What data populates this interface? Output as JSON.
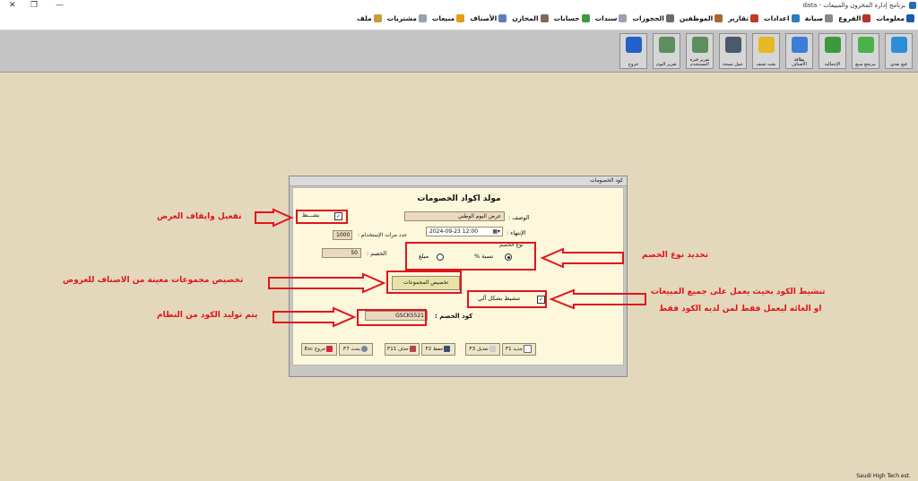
{
  "window": {
    "title": "برنامج إدارة المخزون والمبيعات - data",
    "controls": {
      "close": "✕",
      "restore": "❐",
      "minimize": "—"
    }
  },
  "menu": [
    {
      "label": "ملف",
      "icon": "file-icon",
      "color": "#c89b3c"
    },
    {
      "label": "مشتريات",
      "icon": "purchases-icon",
      "color": "#9aa2ad"
    },
    {
      "label": "مبيعات",
      "icon": "sales-icon",
      "color": "#e89a1c"
    },
    {
      "label": "الأصناف",
      "icon": "items-icon",
      "color": "#5b7fbf"
    },
    {
      "label": "المخازن",
      "icon": "warehouse-icon",
      "color": "#7e6a5c"
    },
    {
      "label": "حسابات",
      "icon": "accounts-icon",
      "color": "#3f9b3f"
    },
    {
      "label": "سندات",
      "icon": "vouchers-icon",
      "color": "#9aa2ad"
    },
    {
      "label": "الحجوزات",
      "icon": "bookings-icon",
      "color": "#6b6b6b"
    },
    {
      "label": "الموظفين",
      "icon": "employees-icon",
      "color": "#a56b2b"
    },
    {
      "label": "تقارير",
      "icon": "reports-icon",
      "color": "#c0392b"
    },
    {
      "label": "اعدادات",
      "icon": "settings-icon",
      "color": "#2b7bbf"
    },
    {
      "label": "صيانة",
      "icon": "maintenance-icon",
      "color": "#888888"
    },
    {
      "label": "الفروع",
      "icon": "branches-icon",
      "color": "#b5332b"
    },
    {
      "label": "معلومات",
      "icon": "info-icon",
      "color": "#1e5bb0"
    }
  ],
  "toolbar": [
    {
      "label": "فيع نقدي",
      "icon": "cash-sale-icon",
      "color": "#2a8fd6"
    },
    {
      "label": "مرتجع مبيع",
      "icon": "sales-return-icon",
      "color": "#49b249"
    },
    {
      "label": "الإجمالية",
      "icon": "totals-icon",
      "color": "#3c9a3c"
    },
    {
      "label": "بطاقة الأصناف",
      "icon": "items-card-icon",
      "color": "#3b7dd8"
    },
    {
      "label": "بحث صنف",
      "icon": "item-search-icon",
      "color": "#e8b824"
    },
    {
      "label": "عمل نسخة",
      "icon": "backup-icon",
      "color": "#4a5a6a"
    },
    {
      "label": "تقرير فترة المستخدم",
      "icon": "user-period-report-icon",
      "color": "#5e8d5e"
    },
    {
      "label": "تقرير اليوم",
      "icon": "daily-report-icon",
      "color": "#5e8d5e"
    },
    {
      "label": "خروج",
      "icon": "exit-lock-icon",
      "color": "#2360c8"
    }
  ],
  "dialog": {
    "window_title": "كود الخصومات",
    "heading": "مولد اكواد الخصومات",
    "active_label": "نشـــط",
    "description_label": "الوصف :",
    "description_value": "عرض اليوم الوطني",
    "end_label": "الإنتهاء :",
    "end_value": "2024-09-23 12:00",
    "usage_label": "عدد مرات الإستخدام :",
    "usage_value": "1000",
    "discount_type_label": "نوع الخصم",
    "percent_label": "نسبة %",
    "amount_label": "مبلغ",
    "discount_label": "الخصم :",
    "discount_value": "50",
    "groups_button": "تخصيص المجموعات",
    "auto_activate_label": "تنشيط بشكل آلي",
    "code_label": "كود الخصم :",
    "code_value": "GSCK5521",
    "buttons": {
      "new": "جديد F1",
      "edit": "تعديل F3",
      "save": "حفظ F2",
      "delete": "حذف F11",
      "search": "بحث F7",
      "exit": "خروج Esc"
    }
  },
  "annotations": {
    "activate_offer": "تفعيل وايقاف العرض",
    "discount_type": "تحديد نوع الخصم",
    "groups": "تخصيص مجموعات معينة من الاصناف للعروض",
    "auto_line1": "تنشيط الكود بحيث يعمل على جميع المبيعات",
    "auto_line2": "او الغائه ليعمل فقط لمن لديه الكود فقط",
    "code_gen": "يتم توليد الكود من النظام"
  },
  "status_text": "Saudi High Tech est."
}
